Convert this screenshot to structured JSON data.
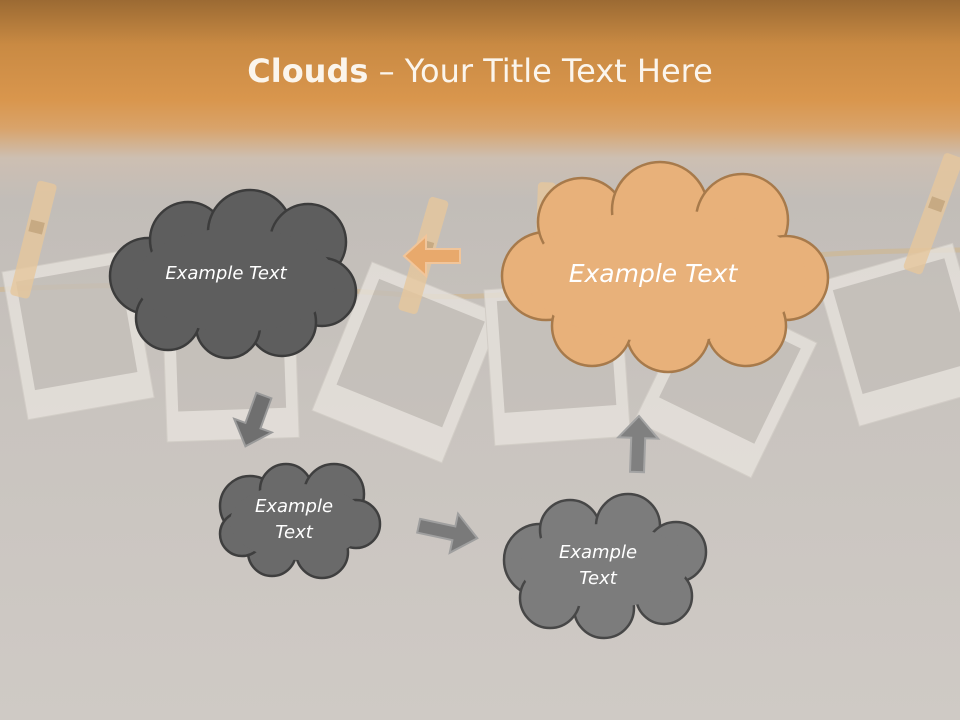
{
  "slide": {
    "title_bold": "Clouds",
    "title_dash": " – ",
    "title_rest": "Your Title Text Here"
  },
  "clouds": [
    {
      "text": "Example Text",
      "fill": "#5e5e5e"
    },
    {
      "text": "Example Text",
      "fill": "#e8b17a"
    },
    {
      "text_line1": "Example",
      "text_line2": "Text",
      "fill": "#6a6a6a"
    },
    {
      "text_line1": "Example",
      "text_line2": "Text",
      "fill": "#7c7c7c"
    }
  ],
  "colors": {
    "header": "#d9964d",
    "background": "#c8c3be",
    "arrow_gray": "#6f6f6f",
    "arrow_orange": "#e8a96c"
  },
  "icons": [
    "clothespin-icon",
    "photo-frame-icon",
    "rope-icon",
    "arrow-icon"
  ]
}
